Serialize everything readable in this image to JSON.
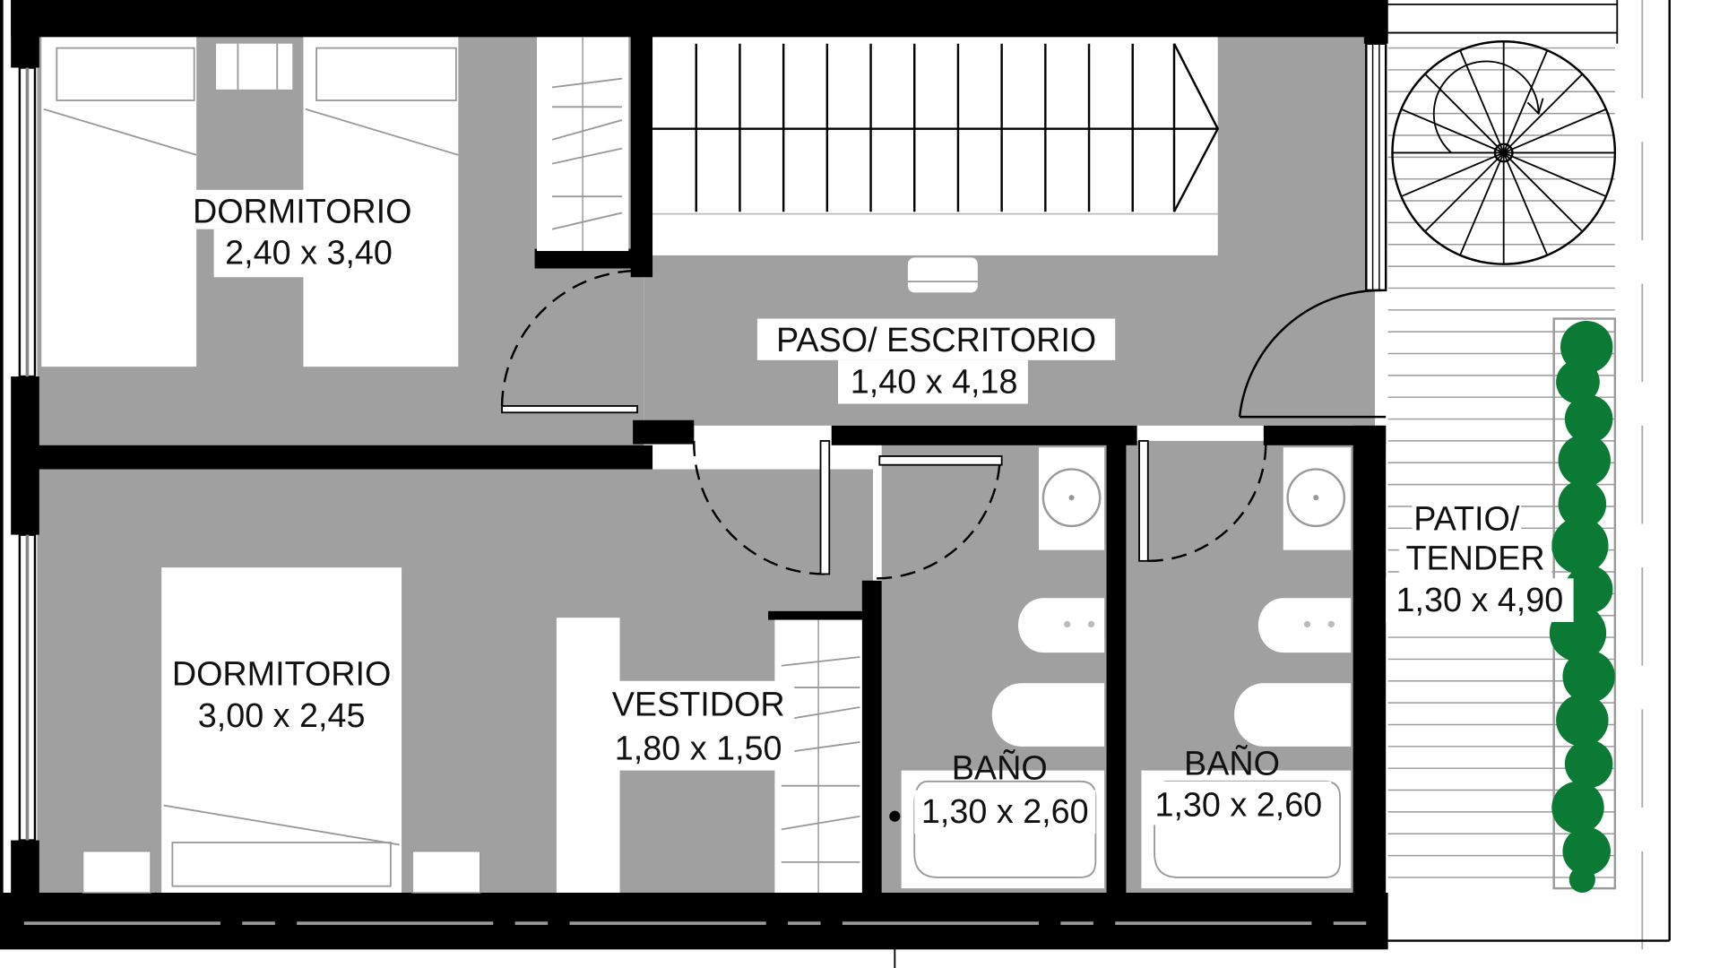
{
  "plan": {
    "colors": {
      "wall": "#000000",
      "floor": "#a0a0a0",
      "furniture": "#ffffff",
      "plant": "#0a7a35",
      "text": "#111111"
    },
    "rooms": [
      {
        "id": "dormitorio-1",
        "name": "DORMITORIO",
        "dimensions": "2,40 x 3,40"
      },
      {
        "id": "paso-escritorio",
        "name": "PASO/ ESCRITORIO",
        "dimensions": "1,40 x 4,18"
      },
      {
        "id": "dormitorio-2",
        "name": "DORMITORIO",
        "dimensions": "3,00 x 2,45"
      },
      {
        "id": "vestidor",
        "name": "VESTIDOR",
        "dimensions": "1,80 x 1,50"
      },
      {
        "id": "bano-1",
        "name": "BAÑO",
        "dimensions": "1,30 x 2,60"
      },
      {
        "id": "bano-2",
        "name": "BAÑO",
        "dimensions": "1,30 x 2,60"
      },
      {
        "id": "patio-tender",
        "name_line1": "PATIO/",
        "name_line2": "TENDER",
        "dimensions": "1,30 x 4,90"
      }
    ],
    "symbols": [
      "bed-icon",
      "nightstand-icon",
      "wardrobe-icon",
      "stair-icon",
      "spiral-stair-icon",
      "sink-icon",
      "bidet-icon",
      "toilet-icon",
      "bathtub-icon",
      "door-swing-icon",
      "window-icon",
      "plant-icon",
      "chair-icon"
    ]
  }
}
